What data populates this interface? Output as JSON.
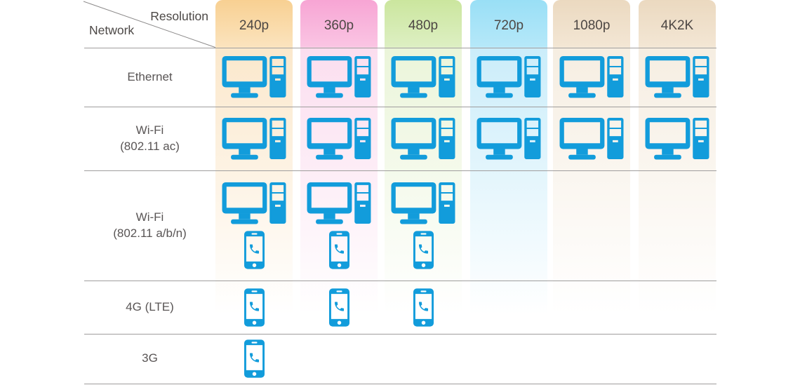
{
  "corner": {
    "col_axis_label": "Resolution",
    "row_axis_label": "Network"
  },
  "palette": {
    "icon_blue": "#129CDB",
    "grid_line": "#9F9D9D",
    "row_label_text": "#595555",
    "header_label_text": "#4D4744"
  },
  "columns": [
    {
      "id": "240p",
      "label": "240p",
      "header_top": "#F8D092",
      "header_bottom": "#FBE3BD",
      "body_top": "#FBE8CC"
    },
    {
      "id": "360p",
      "label": "360p",
      "header_top": "#F7A5D4",
      "header_bottom": "#FAC4E3",
      "body_top": "#FBDEEF"
    },
    {
      "id": "480p",
      "label": "480p",
      "header_top": "#CBE69E",
      "header_bottom": "#DDEFC2",
      "body_top": "#EBF5DA"
    },
    {
      "id": "720p",
      "label": "720p",
      "header_top": "#99DFF6",
      "header_bottom": "#B5E8F9",
      "body_top": "#CBEDFA"
    },
    {
      "id": "1080p",
      "label": "1080p",
      "header_top": "#EBD9C0",
      "header_bottom": "#F3E6D4",
      "body_top": "#F6EEE2"
    },
    {
      "id": "4K2K",
      "label": "4K2K",
      "header_top": "#EBD9C0",
      "header_bottom": "#F3E6D4",
      "body_top": "#F6EEE2"
    }
  ],
  "rows": [
    {
      "id": "ethernet",
      "label": "Ethernet",
      "sublabel": "",
      "cells": [
        [
          "desktop"
        ],
        [
          "desktop"
        ],
        [
          "desktop"
        ],
        [
          "desktop"
        ],
        [
          "desktop"
        ],
        [
          "desktop"
        ]
      ]
    },
    {
      "id": "wifi-ac",
      "label": "Wi-Fi",
      "sublabel": "(802.11 ac)",
      "cells": [
        [
          "desktop"
        ],
        [
          "desktop"
        ],
        [
          "desktop"
        ],
        [
          "desktop"
        ],
        [
          "desktop"
        ],
        [
          "desktop"
        ]
      ]
    },
    {
      "id": "wifi-abn",
      "label": "Wi-Fi",
      "sublabel": "(802.11 a/b/n)",
      "cells": [
        [
          "desktop",
          "phone"
        ],
        [
          "desktop",
          "phone"
        ],
        [
          "desktop",
          "phone"
        ],
        [],
        [],
        []
      ]
    },
    {
      "id": "4g-lte",
      "label": "4G (LTE)",
      "sublabel": "",
      "cells": [
        [
          "phone"
        ],
        [
          "phone"
        ],
        [
          "phone"
        ],
        [],
        [],
        []
      ]
    },
    {
      "id": "3g",
      "label": "3G",
      "sublabel": "",
      "cells": [
        [
          "phone"
        ],
        [],
        [],
        [],
        [],
        []
      ]
    }
  ],
  "icons": {
    "desktop": "desktop-pc-icon",
    "phone": "smartphone-icon"
  }
}
